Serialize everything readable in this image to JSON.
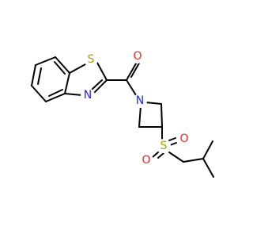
{
  "molecule": {
    "atoms": {
      "thiazole_sulfur": {
        "label": "S",
        "color": "#b2a000"
      },
      "thiazole_nitrogen": {
        "label": "N",
        "color": "#1f22ff"
      },
      "carbonyl_oxygen": {
        "label": "O",
        "color": "#ff1f1f"
      },
      "azetidine_nitrogen": {
        "label": "N",
        "color": "#1f22ff"
      },
      "sulfonyl_sulfur": {
        "label": "S",
        "color": "#b2a000"
      },
      "sulfonyl_oxygen_upper": {
        "label": "O",
        "color": "#ff1f1f"
      },
      "sulfonyl_oxygen_lower": {
        "label": "O",
        "color": "#ff1f1f"
      }
    },
    "bond_color": "#000000",
    "background": "#ffffff"
  }
}
